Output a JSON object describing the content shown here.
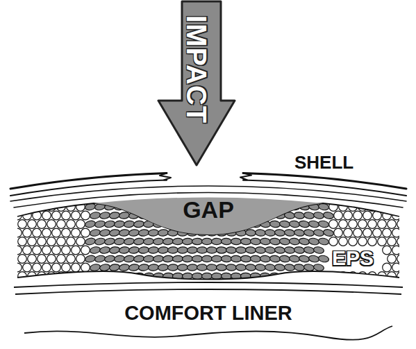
{
  "diagram": {
    "nodes": [
      {
        "text": [
          "IMPACT"
        ]
      },
      {
        "text": [
          "GAP"
        ]
      }
    ],
    "labels": [
      "SHELL",
      "EPS",
      "COMFORT LINER"
    ]
  }
}
